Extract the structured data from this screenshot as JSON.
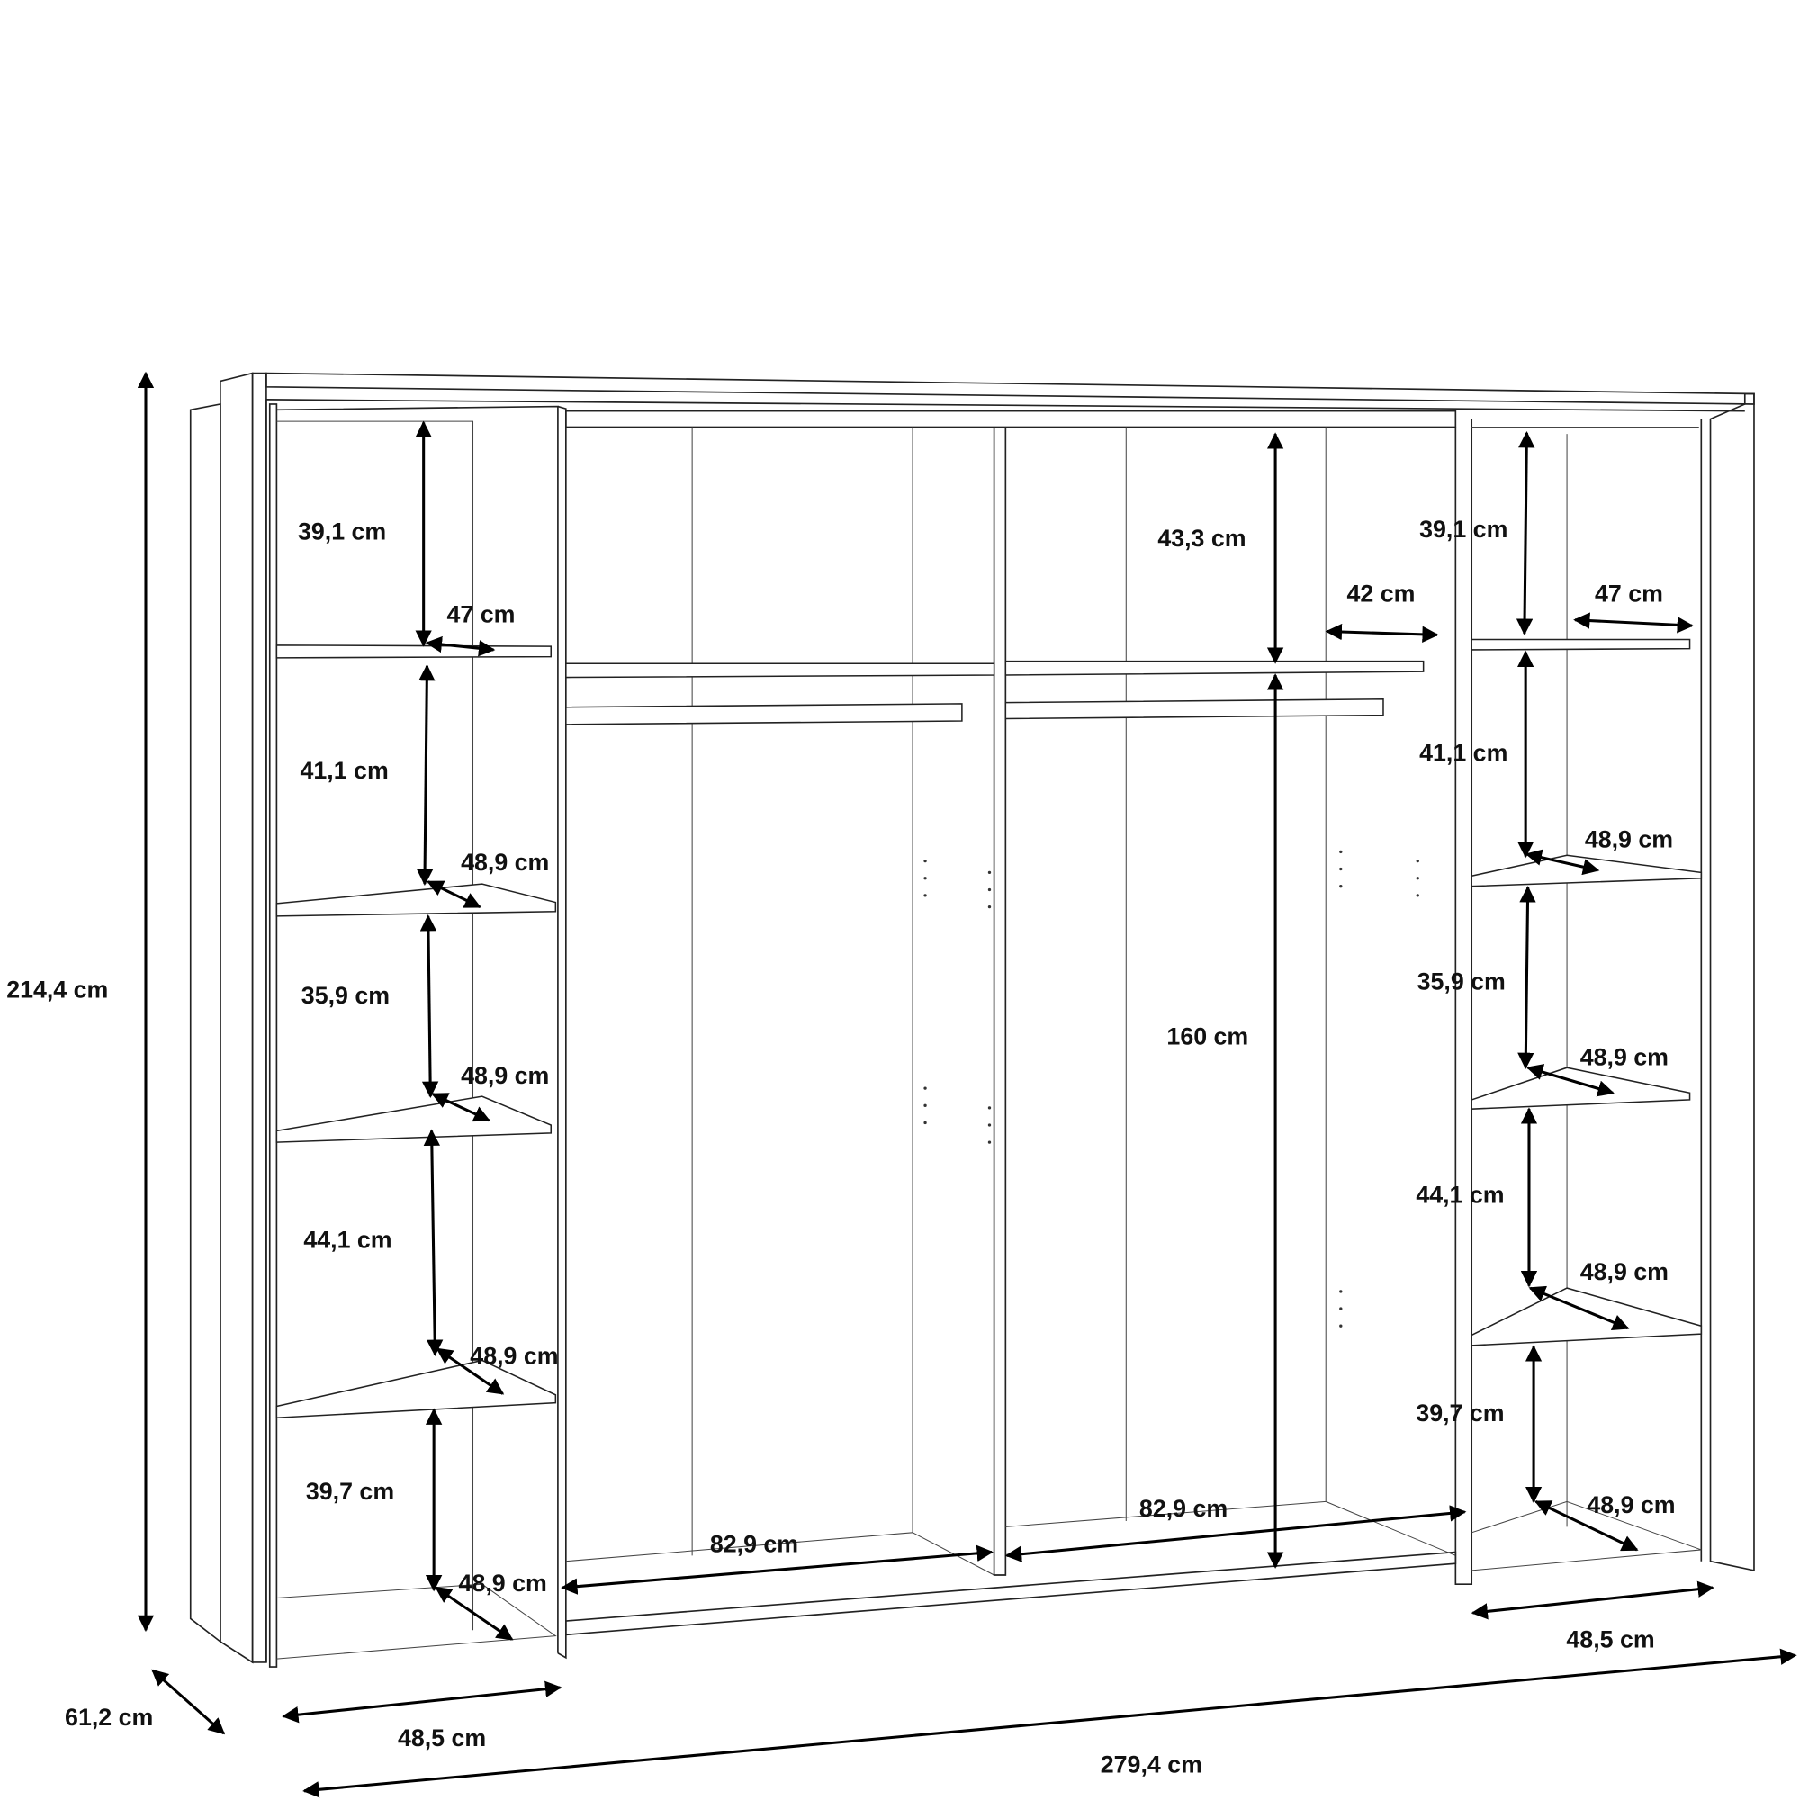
{
  "overall": {
    "height": "214,4 cm",
    "depth": "61,2 cm",
    "width": "279,4 cm"
  },
  "left_column": {
    "bottom_width": "48,5 cm",
    "heights": [
      "39,1 cm",
      "41,1 cm",
      "35,9 cm",
      "44,1 cm",
      "39,7 cm"
    ],
    "top_shelf_depth": "47 cm",
    "shelf_depths": [
      "48,9 cm",
      "48,9 cm",
      "48,9 cm",
      "48,9 cm"
    ]
  },
  "middle": {
    "top_height": "43,3 cm",
    "shelf_depth": "42 cm",
    "hanging_height": "160 cm",
    "left_width": "82,9 cm",
    "right_width": "82,9 cm"
  },
  "right_column": {
    "bottom_width": "48,5 cm",
    "heights": [
      "39,1 cm",
      "41,1 cm",
      "35,9 cm",
      "44,1 cm",
      "39,7 cm"
    ],
    "top_shelf_depth": "47 cm",
    "shelf_depths": [
      "48,9 cm",
      "48,9 cm",
      "48,9 cm",
      "48,9 cm"
    ]
  }
}
